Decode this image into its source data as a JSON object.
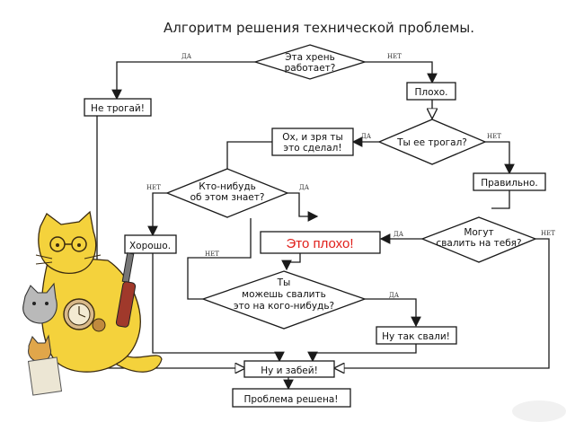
{
  "title": "Алгоритм решения технической проблемы.",
  "nodes": {
    "works_q": [
      "Эта хрень",
      "работает?"
    ],
    "dont_touch": "Не трогай!",
    "bad1": "Плохо.",
    "touched_q": "Ты ее трогал?",
    "shouldnt": [
      "Ох, и зря ты",
      "это сделал!"
    ],
    "right": "Правильно.",
    "knows_q": [
      "Кто-нибудь",
      "об этом знает?"
    ],
    "good": "Хорошо.",
    "this_is_bad": "Это плохо!",
    "blame_you_q": [
      "Могут",
      "свалить на тебя?"
    ],
    "blame_other_q": [
      "Ты",
      "можешь свалить",
      "это на кого-нибудь?"
    ],
    "blame_it": "Ну так свали!",
    "forget_it": "Ну и забей!",
    "solved": "Проблема решена!"
  },
  "edge_labels": {
    "yes": "ДА",
    "no": "НЕТ"
  },
  "colors": {
    "line": "#1a1a1a",
    "accent_red": "#e0201b",
    "cat_yellow": "#f4d23c"
  }
}
